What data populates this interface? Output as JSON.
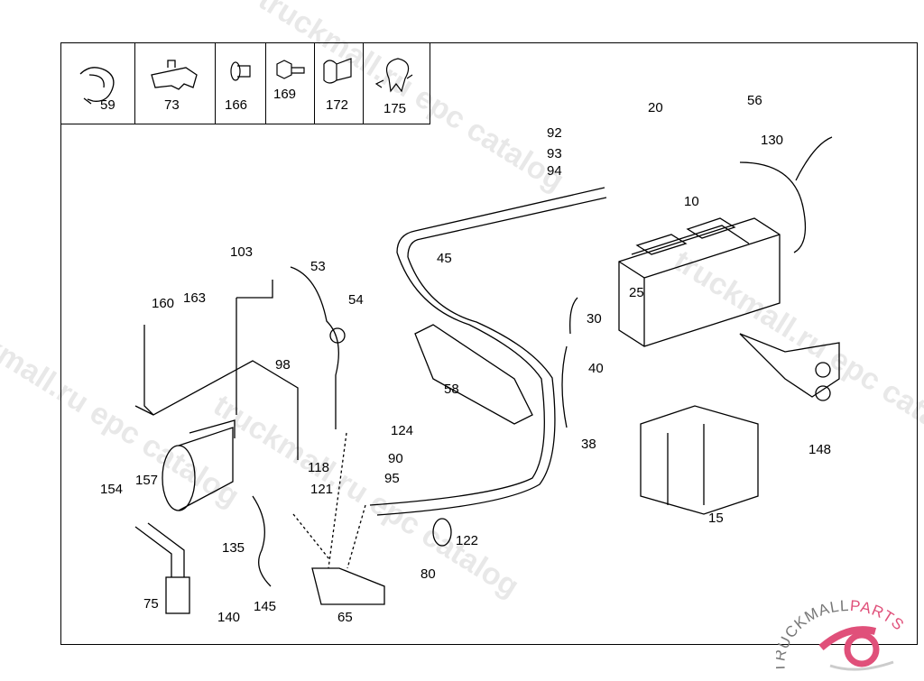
{
  "diagram": {
    "title": "Battery, cables and mounting parts",
    "small_parts": [
      {
        "id": "59",
        "icon": "cable-clamp-icon"
      },
      {
        "id": "73",
        "icon": "cable-clip-bracket-icon"
      },
      {
        "id": "166",
        "icon": "expanding-rivet-icon"
      },
      {
        "id": "169",
        "icon": "hex-bolt-icon"
      },
      {
        "id": "172",
        "icon": "spring-clip-icon"
      },
      {
        "id": "175",
        "icon": "hose-clip-icon"
      }
    ],
    "callouts": {
      "c10": "10",
      "c15": "15",
      "c20": "20",
      "c25": "25",
      "c30": "30",
      "c38": "38",
      "c40": "40",
      "c45": "45",
      "c53": "53",
      "c54": "54",
      "c56": "56",
      "c58": "58",
      "c65": "65",
      "c75": "75",
      "c80": "80",
      "c90": "90",
      "c92": "92",
      "c93": "93",
      "c94": "94",
      "c95": "95",
      "c98": "98",
      "c103": "103",
      "c118": "118",
      "c121": "121",
      "c122": "122",
      "c124": "124",
      "c130": "130",
      "c135": "135",
      "c140": "140",
      "c145": "145",
      "c148": "148",
      "c154": "154",
      "c157": "157",
      "c160": "160",
      "c163": "163"
    }
  },
  "watermarks": {
    "text_a": "truckmall.ru epc catalog",
    "text_b": "truckmall.ru epc catalog",
    "text_c": "truckmall.ru epc catalog",
    "text_d": "truckmall.ru epc catalog"
  },
  "logo": {
    "brand_part1": "TRUCKMALL",
    "brand_part2": "PARTS",
    "accent_color": "#e0507a",
    "text_color": "#777777"
  }
}
